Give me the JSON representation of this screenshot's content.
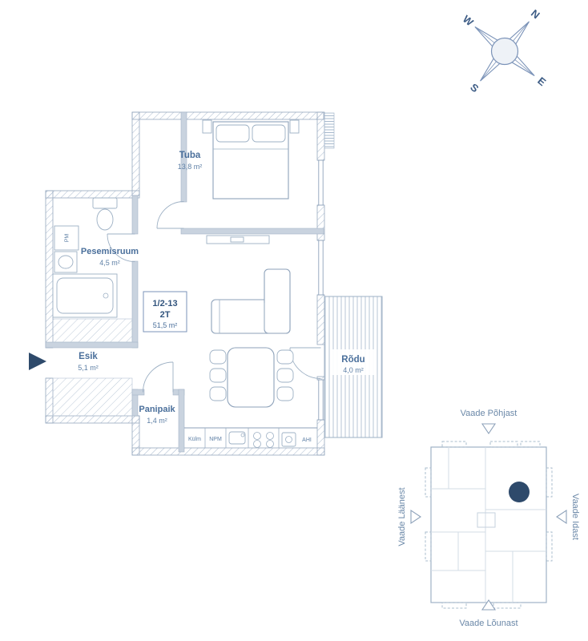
{
  "compass": {
    "north": "N",
    "east": "E",
    "south": "S",
    "west": "W"
  },
  "unit": {
    "number": "1/2-13",
    "type": "2T",
    "area": "51,5 m²"
  },
  "rooms": {
    "tuba": {
      "name": "Tuba",
      "area": "13,8 m²"
    },
    "pesemisruum": {
      "name": "Pesemisruum",
      "area": "4,5 m²"
    },
    "esik": {
      "name": "Esik",
      "area": "5,1 m²"
    },
    "panipaik": {
      "name": "Panipaik",
      "area": "1,4 m²"
    },
    "rodu": {
      "name": "Rõdu",
      "area": "4,0 m²"
    }
  },
  "kitchen": {
    "fridge": "Külm",
    "npm": "NPM",
    "oven": "AHI"
  },
  "bathroom": {
    "washer": "PM"
  },
  "site_plan": {
    "view_north": "Vaade Põhjast",
    "view_south": "Vaade Lõunast",
    "view_west": "Vaade Läänest",
    "view_east": "Vaade Idast"
  },
  "colors": {
    "wall_hatch": "#a9bacc",
    "line": "#8ea2ba",
    "text": "#4a6f9b",
    "accent": "#2e4a6b"
  }
}
